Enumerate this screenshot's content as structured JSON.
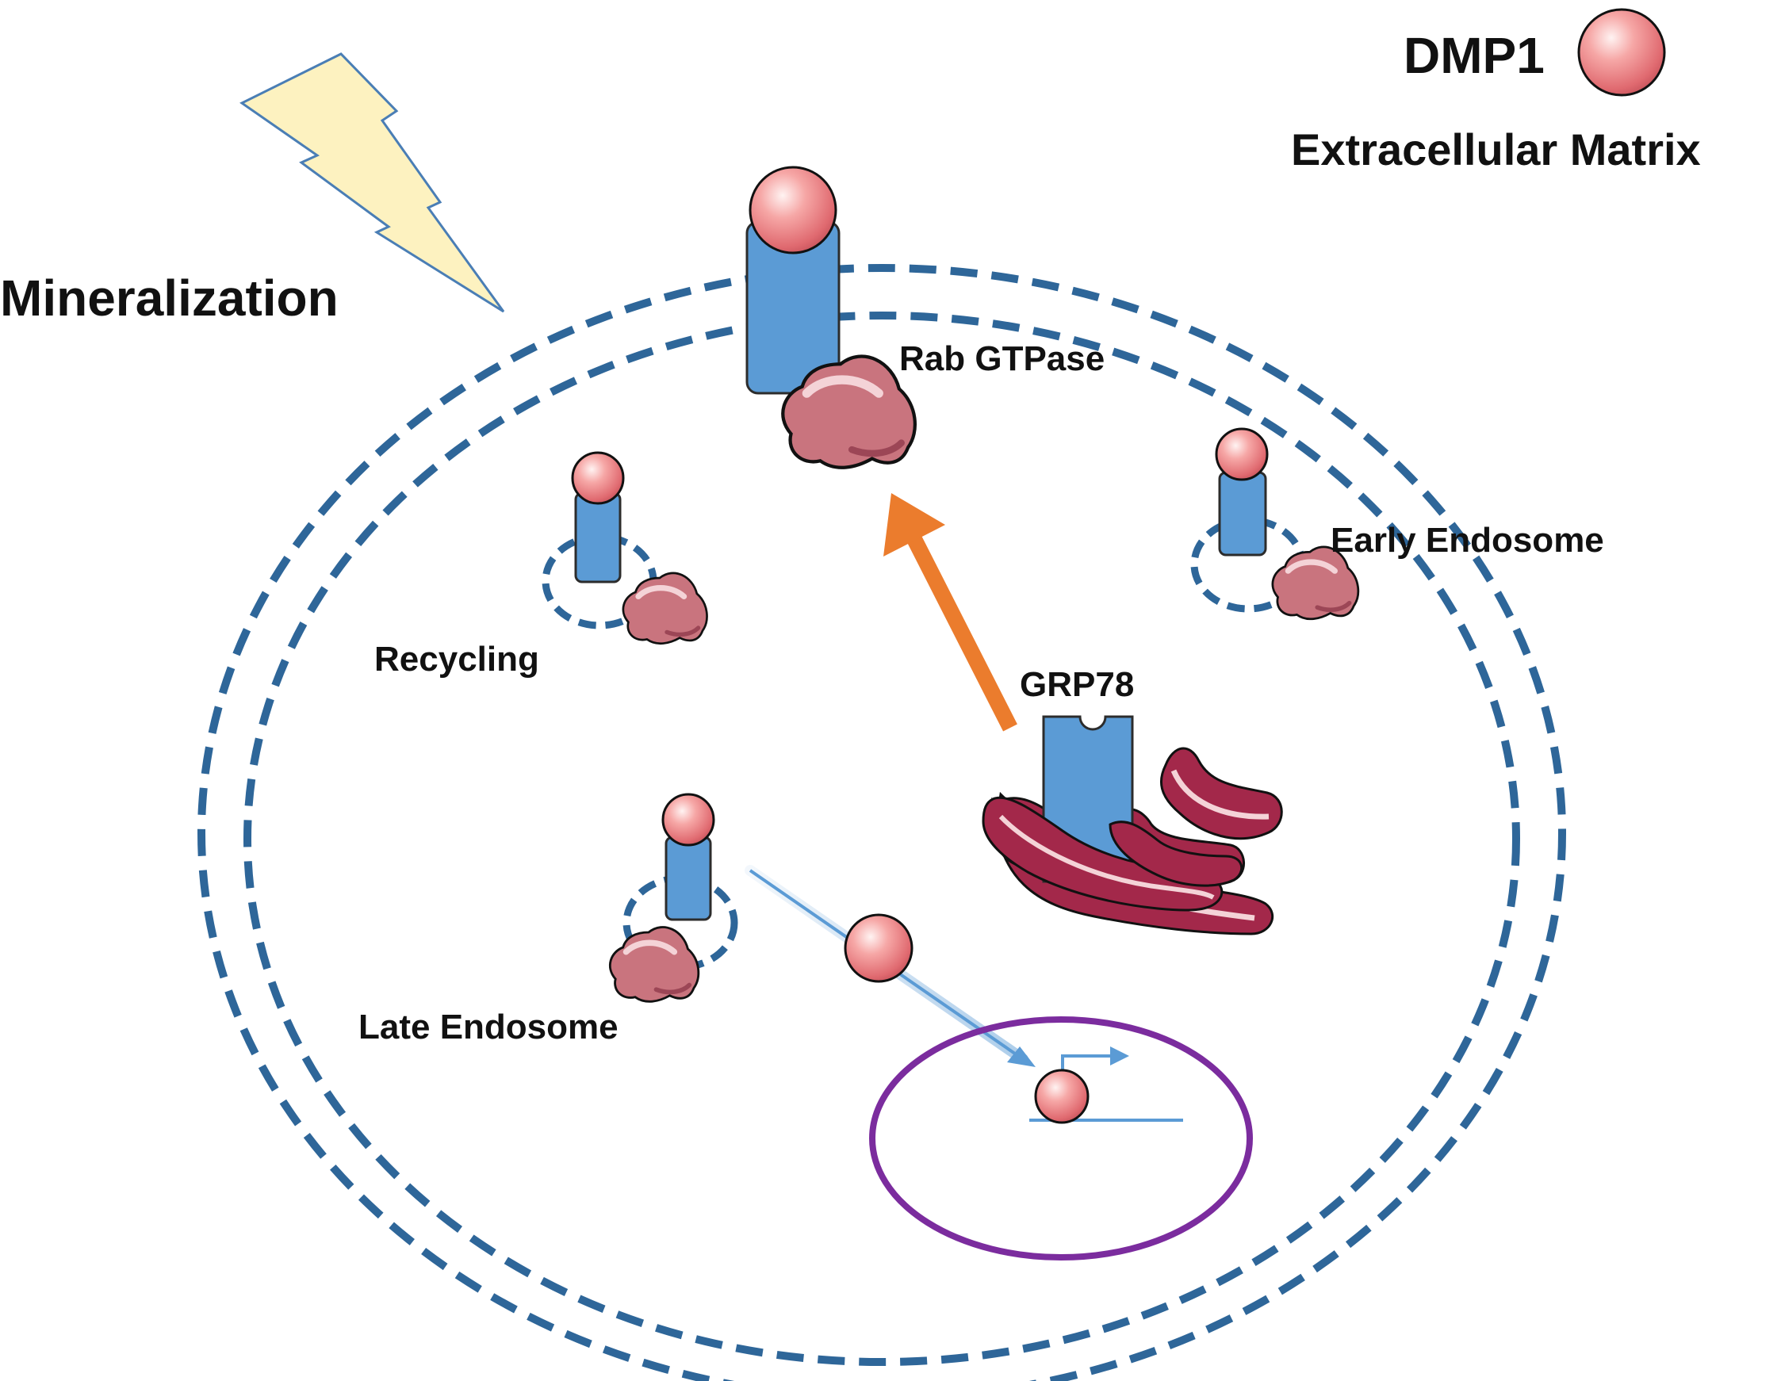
{
  "labels": {
    "dmp1": "DMP1",
    "extracellular_matrix": "Extracellular Matrix",
    "mineralization": "Mineralization",
    "rab_gtpase": "Rab GTPase",
    "early_endosome": "Early Endosome",
    "recycling": "Recycling",
    "grp78": "GRP78",
    "late_endosome": "Late Endosome"
  },
  "colors": {
    "membrane": "#2E6699",
    "receptor": "#5B9BD5",
    "dmp1_sphere": "#E8757A",
    "rab_protein": "#C9747E",
    "er": "#A3284A",
    "arrow_orange": "#EB7C2D",
    "arrow_blue": "#5B9BD5",
    "nucleus": "#7B2C9E",
    "lightning_fill": "#FDF2C0",
    "lightning_stroke": "#4A7EB5"
  }
}
